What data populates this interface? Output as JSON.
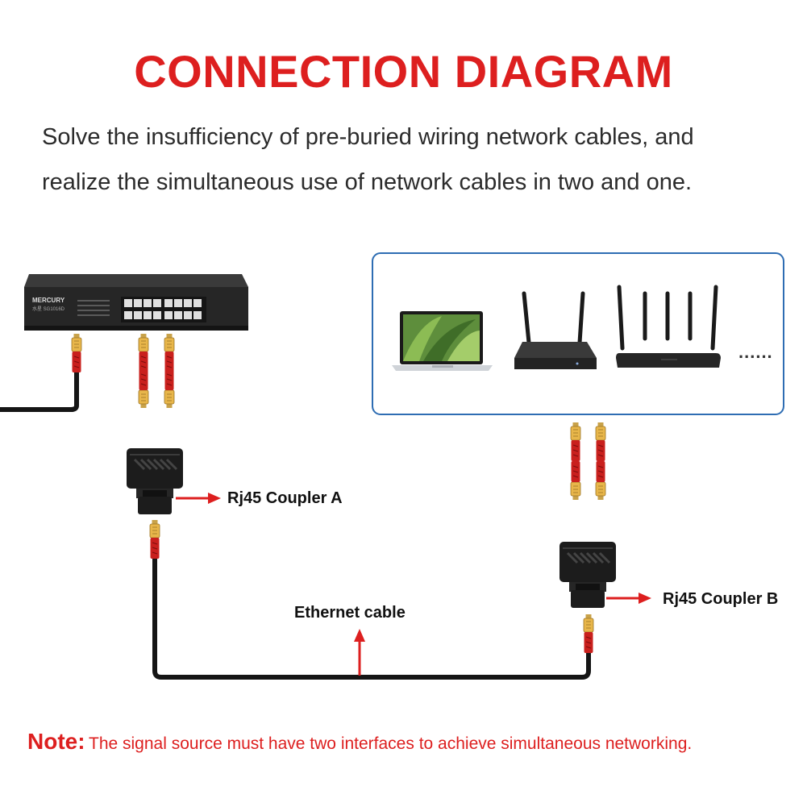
{
  "title": "CONNECTION DIAGRAM",
  "subtitle_line1": "Solve the insufficiency of pre-buried wiring network cables, and",
  "subtitle_line2": "realize the simultaneous use of network cables in two and one.",
  "switch_brand": "MERCURY",
  "switch_model": "水星 SG1016D",
  "labels": {
    "coupler_a": "Rj45 Coupler A",
    "coupler_b": "Rj45 Coupler B",
    "ethernet_cable": "Ethernet cable"
  },
  "devices_more": "......",
  "note": {
    "key": "Note:",
    "text": "The signal source must have two interfaces to achieve simultaneous networking."
  },
  "colors": {
    "accent_red": "#dd1f1f",
    "device_box_border": "#2e6db3",
    "cable_black": "#151515",
    "plug_yellow": "#e8b64a",
    "plug_red": "#c9201d",
    "coupler_black": "#1c1c1c"
  }
}
